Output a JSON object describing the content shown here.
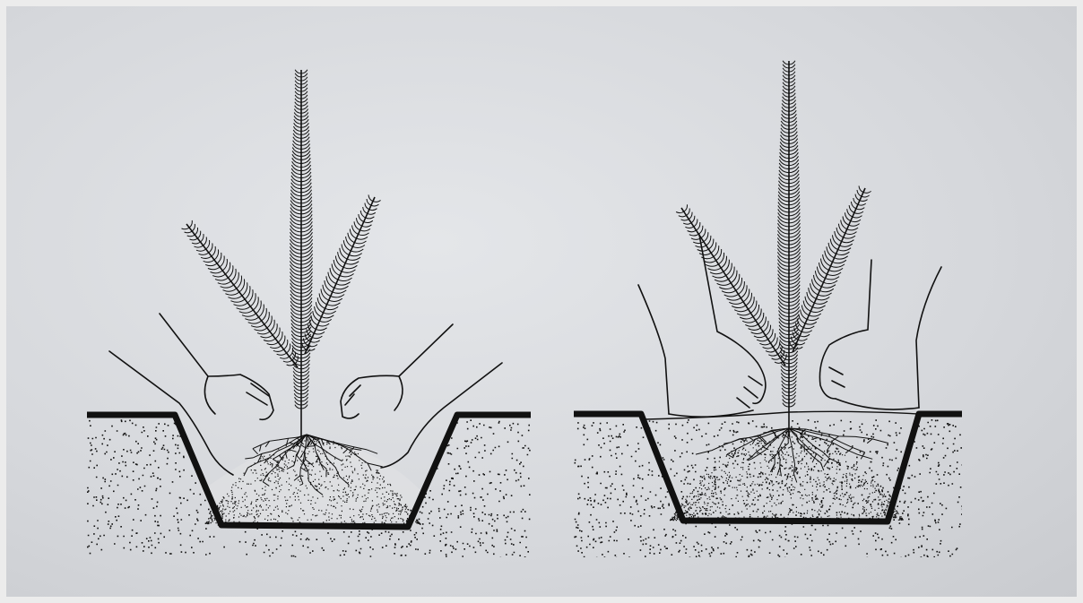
{
  "page": {
    "background_color": "#ececec",
    "paper_color": "#d8dade",
    "ink_color": "#111111"
  },
  "panels": [
    {
      "id": "before",
      "depicts": [
        "spruce-seedling",
        "two-hands-spreading-roots",
        "planting-hole",
        "soil-mound"
      ],
      "hole_filled": false
    },
    {
      "id": "after",
      "depicts": [
        "spruce-seedling",
        "two-fists-pressing-soil",
        "filled-planting-hole",
        "soil-mound"
      ],
      "hole_filled": true
    }
  ]
}
